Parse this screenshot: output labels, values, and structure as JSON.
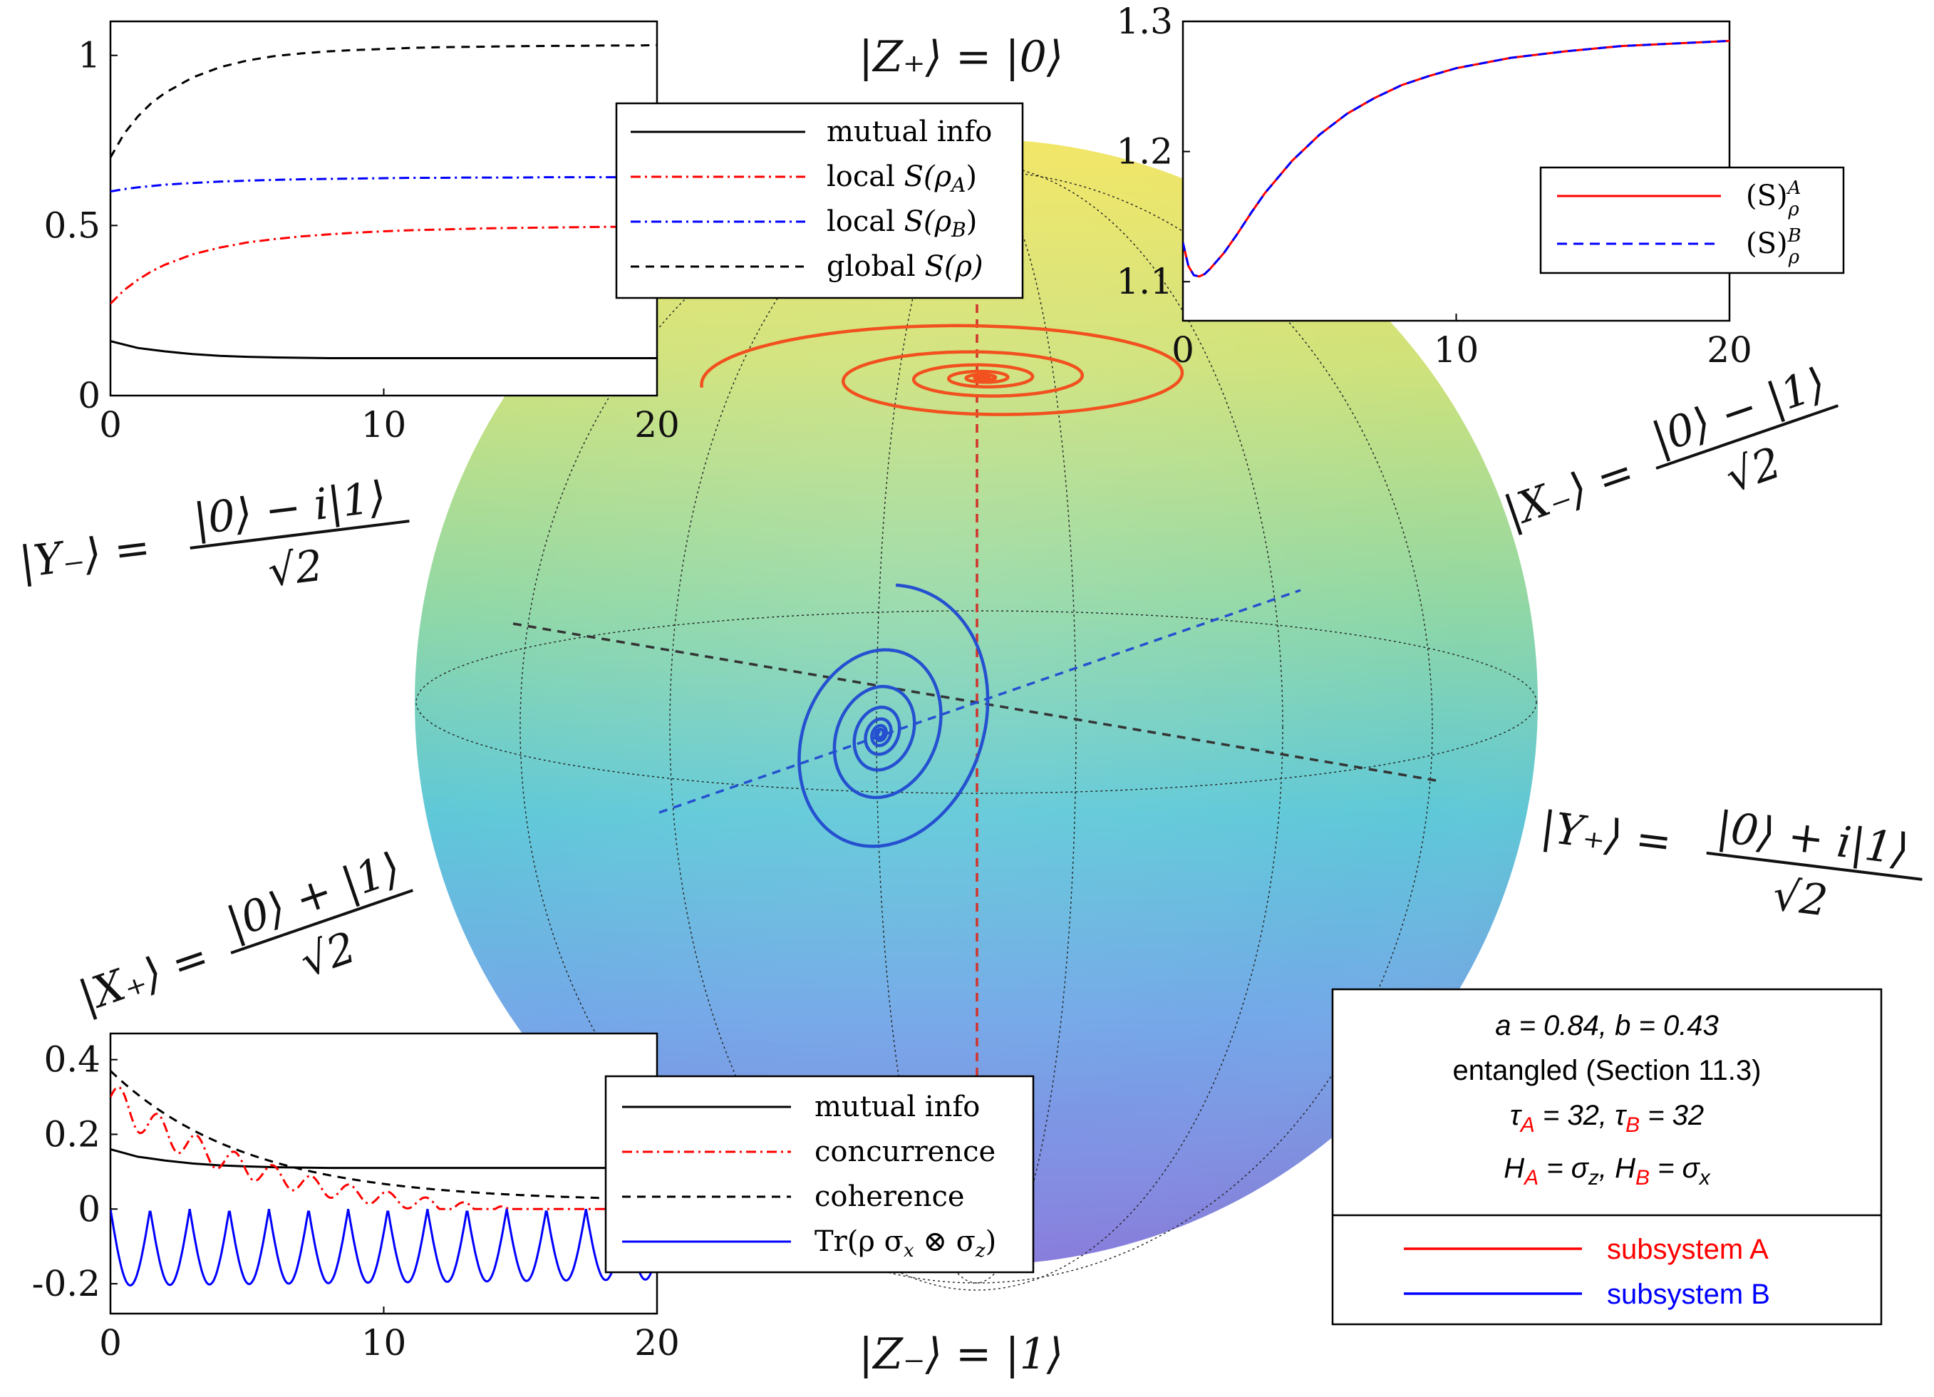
{
  "sphere": {
    "state_labels": {
      "z_plus": "|Z₊⟩ = |0⟩",
      "z_minus": "|Z₋⟩ = |1⟩",
      "x_minus_lhs": "|X₋⟩ =",
      "x_minus_num": "|0⟩ − |1⟩",
      "x_minus_den": "√2",
      "x_plus_lhs": "|X₊⟩ =",
      "x_plus_num": "|0⟩ + |1⟩",
      "x_plus_den": "√2",
      "y_minus_lhs": "|Y₋⟩ =",
      "y_minus_num": "|0⟩ − i|1⟩",
      "y_minus_den": "√2",
      "y_plus_lhs": "|Y₊⟩ =",
      "y_plus_num": "|0⟩ + i|1⟩",
      "y_plus_den": "√2"
    },
    "colors": {
      "top": "#f3e665",
      "middle": "#5ec8d8",
      "bottom": "#8a7de0",
      "trajectory_a": "#f2501e",
      "trajectory_b": "#2550d0"
    }
  },
  "info_box": {
    "line1": "a = 0.84, b = 0.43",
    "line2": "entangled (Section 11.3)",
    "tau_a_sym": "τ",
    "tau_a_sub": "A",
    "tau_a_rest": " = 32, ",
    "tau_b_sym": "τ",
    "tau_b_sub": "B",
    "tau_b_rest": " = 32",
    "ha_sym": "H",
    "ha_sub": "A",
    "ha_eq": " = ",
    "ha_sigma": "σ",
    "ha_sigma_sub": "z",
    "hb_sym": ", H",
    "hb_sub": "B",
    "hb_eq": " = ",
    "hb_sigma": "σ",
    "hb_sigma_sub": "x",
    "legend_a": "subsystem A",
    "legend_b": "subsystem B",
    "legend_a_color": "#ff0000",
    "legend_b_color": "#0000ff"
  },
  "chart_data": [
    {
      "type": "line",
      "panel": "top-left",
      "xlim": [
        0,
        20
      ],
      "ylim": [
        0,
        1.1
      ],
      "xticks": [
        0,
        10,
        20
      ],
      "xtick_labels": [
        "0",
        "10",
        "20"
      ],
      "yticks": [
        0,
        0.5,
        1
      ],
      "ytick_labels": [
        "0",
        "0.5",
        "1"
      ],
      "legend_placement": "top-right",
      "x": [
        0,
        0.5,
        1,
        1.5,
        2,
        3,
        4,
        5,
        6,
        7,
        8,
        9,
        10,
        11,
        12,
        13,
        14,
        15,
        16,
        17,
        18,
        19,
        20
      ],
      "series": [
        {
          "name": "mutual info",
          "color": "#000000",
          "dash": "solid",
          "values": [
            0.16,
            0.15,
            0.14,
            0.135,
            0.13,
            0.122,
            0.117,
            0.114,
            0.112,
            0.111,
            0.11,
            0.11,
            0.11,
            0.11,
            0.11,
            0.11,
            0.11,
            0.11,
            0.11,
            0.11,
            0.11,
            0.11,
            0.11
          ]
        },
        {
          "name": "local S(ρ_A)",
          "color": "#ff0000",
          "dash": "dashdot",
          "values": [
            0.27,
            0.31,
            0.34,
            0.365,
            0.385,
            0.415,
            0.435,
            0.45,
            0.46,
            0.468,
            0.474,
            0.479,
            0.483,
            0.486,
            0.488,
            0.49,
            0.492,
            0.493,
            0.494,
            0.495,
            0.496,
            0.496,
            0.497
          ]
        },
        {
          "name": "local S(ρ_B)",
          "color": "#0000ff",
          "dash": "dashdot",
          "values": [
            0.6,
            0.607,
            0.612,
            0.616,
            0.62,
            0.625,
            0.629,
            0.632,
            0.634,
            0.636,
            0.637,
            0.638,
            0.639,
            0.64,
            0.64,
            0.641,
            0.641,
            0.641,
            0.642,
            0.642,
            0.642,
            0.642,
            0.642
          ]
        },
        {
          "name": "global S(ρ)",
          "color": "#000000",
          "dash": "dashed",
          "values": [
            0.7,
            0.77,
            0.82,
            0.86,
            0.89,
            0.935,
            0.965,
            0.985,
            0.998,
            1.006,
            1.012,
            1.016,
            1.019,
            1.022,
            1.024,
            1.025,
            1.026,
            1.027,
            1.028,
            1.028,
            1.029,
            1.029,
            1.03
          ]
        }
      ],
      "legend_labels": {
        "mi_text": "mutual info",
        "sa_prefix": "local ",
        "sa_math": "S(ρ",
        "sa_sub": "A",
        "sa_close": ")",
        "sb_prefix": "local ",
        "sb_math": "S(ρ",
        "sb_sub": "B",
        "sb_close": ")",
        "sg_prefix": "global ",
        "sg_math": "S(ρ)"
      }
    },
    {
      "type": "line",
      "panel": "top-right",
      "xlim": [
        0,
        20
      ],
      "ylim": [
        1.07,
        1.3
      ],
      "xticks": [
        0,
        10,
        20
      ],
      "xtick_labels": [
        "0",
        "10",
        "20"
      ],
      "yticks": [
        1.1,
        1.2,
        1.3
      ],
      "ytick_labels": [
        "1.1",
        "1.2",
        "1.3"
      ],
      "legend_placement": "lower-right",
      "x": [
        0,
        0.2,
        0.4,
        0.6,
        0.8,
        1,
        1.5,
        2,
        2.5,
        3,
        4,
        5,
        6,
        7,
        8,
        9,
        10,
        12,
        14,
        16,
        18,
        20
      ],
      "series": [
        {
          "name": "(S)_ρ^A",
          "color": "#ff0000",
          "dash": "solid",
          "values": [
            1.13,
            1.112,
            1.105,
            1.104,
            1.106,
            1.11,
            1.122,
            1.137,
            1.153,
            1.168,
            1.193,
            1.213,
            1.229,
            1.241,
            1.251,
            1.258,
            1.264,
            1.272,
            1.277,
            1.281,
            1.283,
            1.285
          ]
        },
        {
          "name": "(S)_ρ^B",
          "color": "#0000ff",
          "dash": "dashed",
          "values": [
            1.13,
            1.112,
            1.105,
            1.104,
            1.106,
            1.11,
            1.122,
            1.137,
            1.153,
            1.168,
            1.193,
            1.213,
            1.229,
            1.241,
            1.251,
            1.258,
            1.264,
            1.272,
            1.277,
            1.281,
            1.283,
            1.285
          ]
        }
      ],
      "legend_labels": {
        "a_base": "(S)",
        "a_sup": "A",
        "a_sub": "ρ",
        "b_base": "(S)",
        "b_sup": "B",
        "b_sub": "ρ"
      }
    },
    {
      "type": "line",
      "panel": "bottom-left",
      "xlim": [
        0,
        20
      ],
      "ylim": [
        -0.28,
        0.47
      ],
      "xticks": [
        0,
        10,
        20
      ],
      "xtick_labels": [
        "0",
        "10",
        "20"
      ],
      "yticks": [
        -0.2,
        0,
        0.2,
        0.4
      ],
      "ytick_labels": [
        "-0.2",
        "0",
        "0.2",
        "0.4"
      ],
      "legend_placement": "right",
      "series": [
        {
          "name": "mutual info",
          "color": "#000000",
          "dash": "solid",
          "x": [
            0,
            0.5,
            1,
            1.5,
            2,
            3,
            4,
            5,
            6,
            8,
            10,
            12,
            14,
            16,
            18,
            20
          ],
          "values": [
            0.16,
            0.15,
            0.14,
            0.135,
            0.13,
            0.122,
            0.117,
            0.114,
            0.112,
            0.11,
            0.11,
            0.11,
            0.11,
            0.11,
            0.11,
            0.11
          ]
        },
        {
          "name": "concurrence",
          "color": "#ff0000",
          "dash": "dashdot",
          "model": {
            "kind": "decay_osc",
            "x_max": 20,
            "amp": 0.3,
            "tau": 5.5,
            "osc": 0.045,
            "period": 1.4,
            "floor": 0
          }
        },
        {
          "name": "coherence",
          "color": "#000000",
          "dash": "dashed",
          "model": {
            "kind": "decay",
            "x_max": 20,
            "start": 0.37,
            "tau": 5,
            "floor": 0.02
          }
        },
        {
          "name": "Tr(ρ σ_x ⊗ σ_z)",
          "color": "#0000ff",
          "dash": "solid",
          "model": {
            "kind": "abs_sine",
            "x_max": 20,
            "amp": 0.205,
            "period": 1.45,
            "decay": 0.004
          }
        }
      ],
      "legend_labels": {
        "mi_text": "mutual info",
        "conc_text": "concurrence",
        "coh_text": "coherence",
        "tr_text": "Tr(ρ σ",
        "tr_sub1": "x",
        "tr_mid": " ⊗ σ",
        "tr_sub2": "z",
        "tr_close": ")"
      }
    }
  ]
}
